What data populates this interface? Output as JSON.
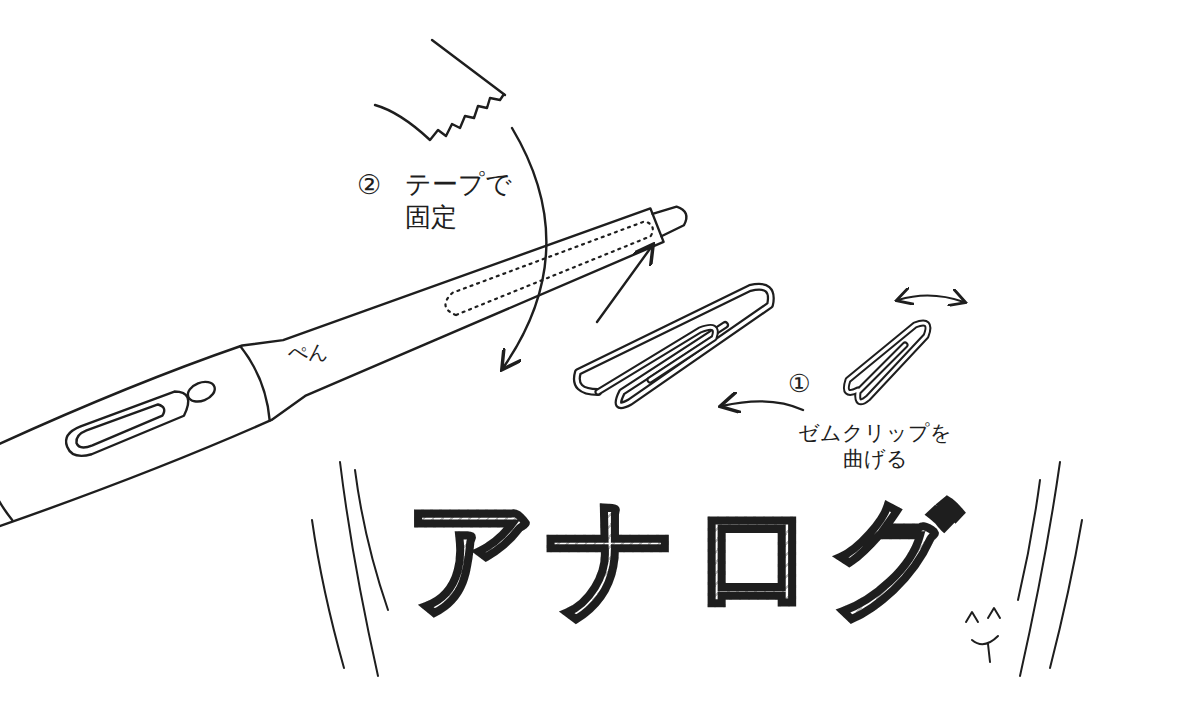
{
  "diagram": {
    "labels": [
      "②",
      "テープで 固定",
      "ぺん",
      "①",
      "ゼムクリップを 曲げる",
      "アナログ"
    ]
  }
}
